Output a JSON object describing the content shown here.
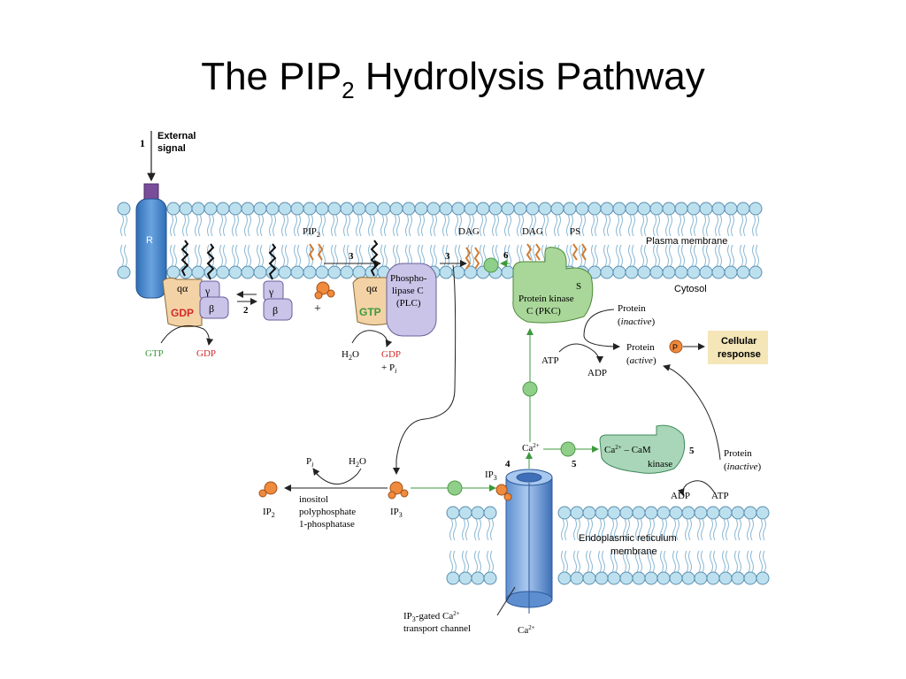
{
  "title": {
    "main": "The PIP",
    "sub": "2",
    "rest": " Hydrolysis Pathway"
  },
  "steps": {
    "s1": "1",
    "s2": "2",
    "s3a": "3",
    "s3b": "3",
    "s4": "4",
    "s5a": "5",
    "s5b": "5",
    "s6": "6"
  },
  "labels": {
    "external_signal_1": "External",
    "external_signal_2": "signal",
    "receptor": "R",
    "q_alpha": "qα",
    "gamma": "γ",
    "beta": "β",
    "gdp": "GDP",
    "gtp": "GTP",
    "plus": "+",
    "pip2": "PIP",
    "pip2_sub": "2",
    "plc_1": "Phospho-",
    "plc_2": "lipase C",
    "plc_3": "(PLC)",
    "h2o": "H",
    "h2o_sub": "2",
    "h2o_end": "O",
    "pi": "+ P",
    "pi_sub": "i",
    "dag1": "DAG",
    "dag2": "DAG",
    "ps": "PS",
    "plasma_membrane": "Plasma membrane",
    "cytosol": "Cytosol",
    "pkc_1": "Protein kinase",
    "pkc_2": "C (PKC)",
    "s_marker": "S",
    "protein_inactive_1": "Protein",
    "protein_inactive_2": "inactive",
    "protein_active_1": "Protein",
    "protein_active_2": "active",
    "p_marker": "P",
    "cellular_response_1": "Cellular",
    "cellular_response_2": "response",
    "atp": "ATP",
    "adp": "ADP",
    "ca2": "Ca",
    "ca2_sup": "2+",
    "camk_1": "Ca",
    "camk_1_sup": "2+",
    "camk_1_end": " – CaM",
    "camk_2": "kinase",
    "protein_inactive2_1": "Protein",
    "protein_inactive2_2": "inactive",
    "ip3": "IP",
    "ip3_sub": "3",
    "ip2": "IP",
    "ip2_sub": "2",
    "pi_left": "P",
    "pi_left_sub": "i",
    "inositol_1": "inositol",
    "inositol_2": "polyphosphate",
    "inositol_3": "1-phosphatase",
    "er_membrane_1": "Endoplasmic reticulum",
    "er_membrane_2": "membrane",
    "channel_1": "-gated Ca",
    "channel_1_sup": "2+",
    "channel_2": "transport channel"
  },
  "colors": {
    "membrane_head": "#bde0ef",
    "membrane_head_stroke": "#5a8fb0",
    "receptor": "#3d7fc4",
    "g_alpha": "#f3d3a6",
    "g_betagamma": "#c9c4e8",
    "plc": "#c9c4e8",
    "pkc": "#a9d699",
    "camk": "#a9d6b8",
    "orange": "#f08a3c",
    "green_red_gdp": "#d42a2a",
    "green_gtp": "#3c9a3c",
    "response_box": "#f5e6b8"
  }
}
